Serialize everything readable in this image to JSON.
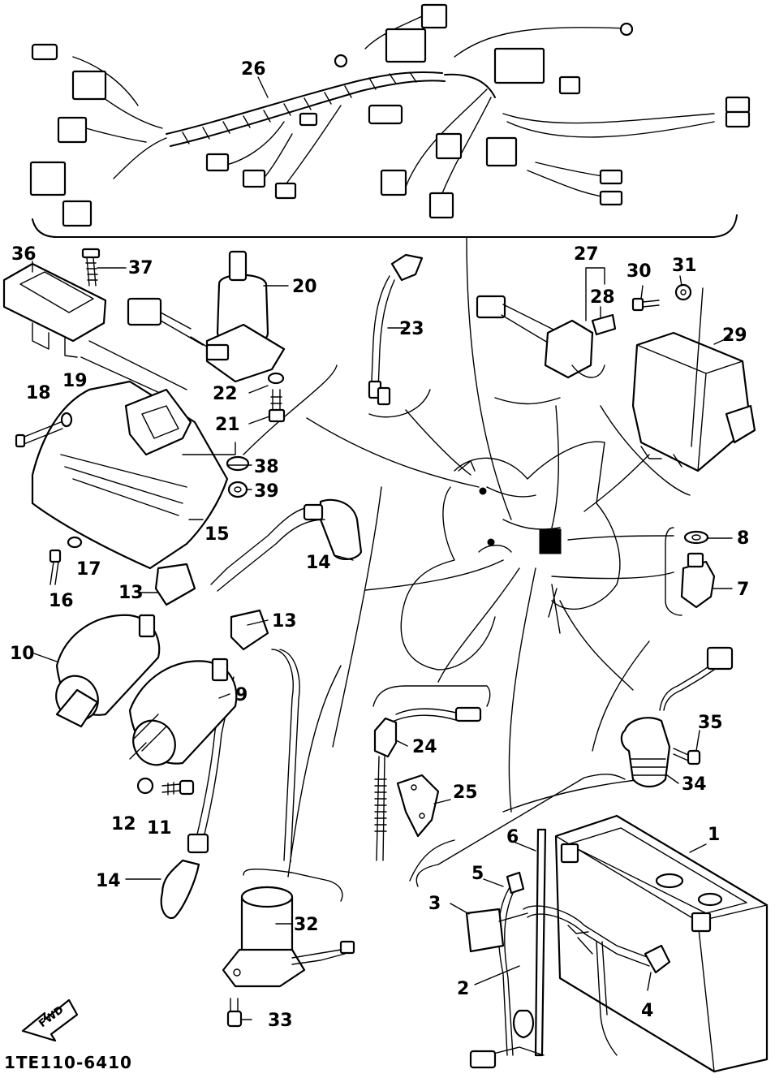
{
  "diagram": {
    "part_code": "1TE110-6410",
    "fwd_label": "FWD",
    "callouts": [
      "1",
      "2",
      "3",
      "4",
      "5",
      "6",
      "7",
      "8",
      "9",
      "10",
      "11",
      "12",
      "13",
      "13",
      "14",
      "14",
      "15",
      "16",
      "17",
      "18",
      "19",
      "20",
      "21",
      "22",
      "23",
      "24",
      "25",
      "26",
      "27",
      "28",
      "29",
      "30",
      "31",
      "32",
      "33",
      "34",
      "35",
      "36",
      "37",
      "38",
      "39"
    ]
  }
}
